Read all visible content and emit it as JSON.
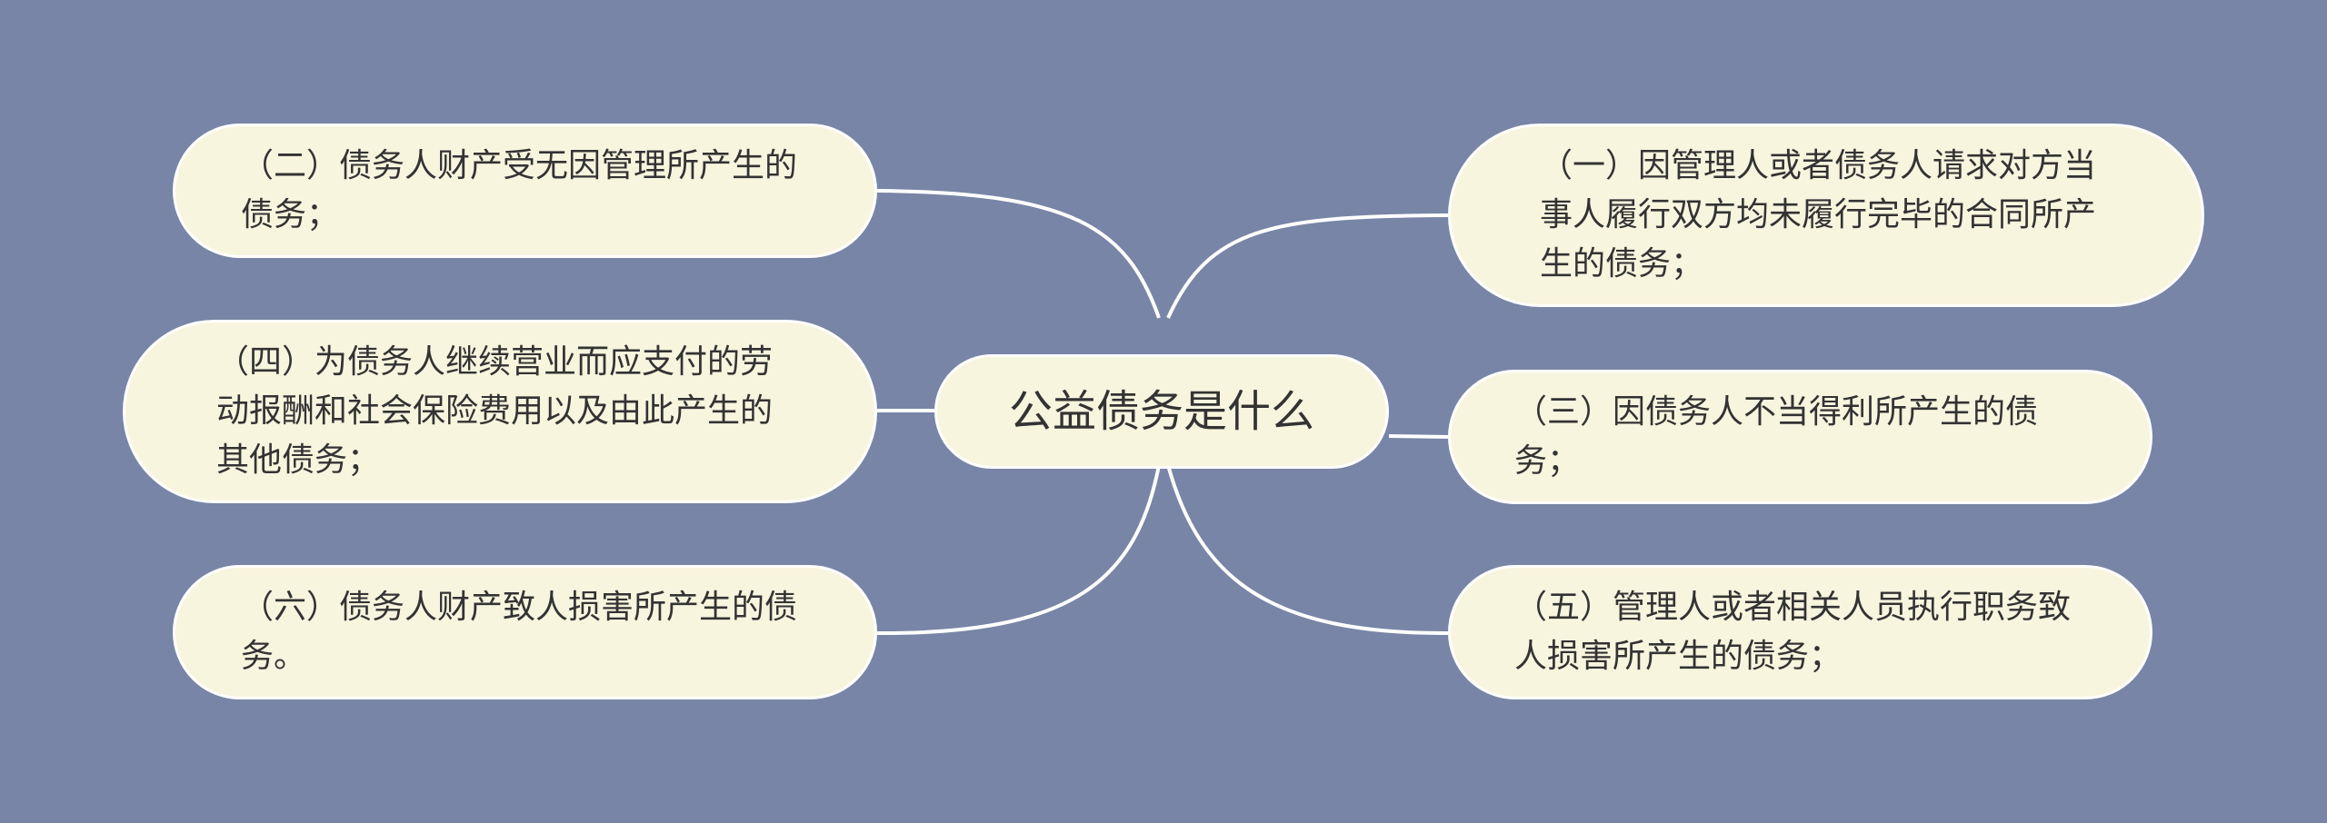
{
  "colors": {
    "background": "#7885A6",
    "node_fill": "#F8F5DF",
    "node_border": "#FFFFFF",
    "edge": "#FFFFFF",
    "text": "#333333"
  },
  "diagram": {
    "center": {
      "label": "公益债务是什么"
    },
    "branches": [
      {
        "id": "b2",
        "side": "left",
        "label": "（二）债务人财产受无因管理所产生的债务；"
      },
      {
        "id": "b4",
        "side": "left",
        "label": "（四）为债务人继续营业而应支付的劳动报酬和社会保险费用以及由此产生的其他债务；"
      },
      {
        "id": "b6",
        "side": "left",
        "label": "（六）债务人财产致人损害所产生的债务。"
      },
      {
        "id": "b1",
        "side": "right",
        "label": "（一）因管理人或者债务人请求对方当事人履行双方均未履行完毕的合同所产生的债务；"
      },
      {
        "id": "b3",
        "side": "right",
        "label": "（三）因债务人不当得利所产生的债务；"
      },
      {
        "id": "b5",
        "side": "right",
        "label": "（五）管理人或者相关人员执行职务致人损害所产生的债务；"
      }
    ]
  }
}
